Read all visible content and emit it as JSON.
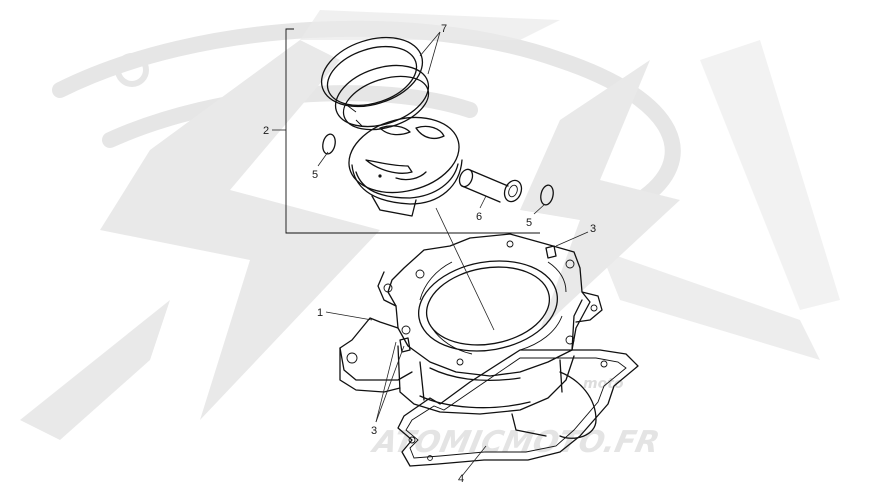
{
  "watermark": {
    "brand_text": "ATOMICMOTO.FR",
    "logo_text": "moto"
  },
  "callouts": [
    {
      "id": "1",
      "label": "1"
    },
    {
      "id": "2",
      "label": "2"
    },
    {
      "id": "3a",
      "label": "3"
    },
    {
      "id": "3b",
      "label": "3"
    },
    {
      "id": "4",
      "label": "4"
    },
    {
      "id": "5a",
      "label": "5"
    },
    {
      "id": "5b",
      "label": "5"
    },
    {
      "id": "6",
      "label": "6"
    },
    {
      "id": "7",
      "label": "7"
    }
  ],
  "colors": {
    "line": "#111111",
    "watermark": "#e6e6e6",
    "background": "#ffffff"
  }
}
